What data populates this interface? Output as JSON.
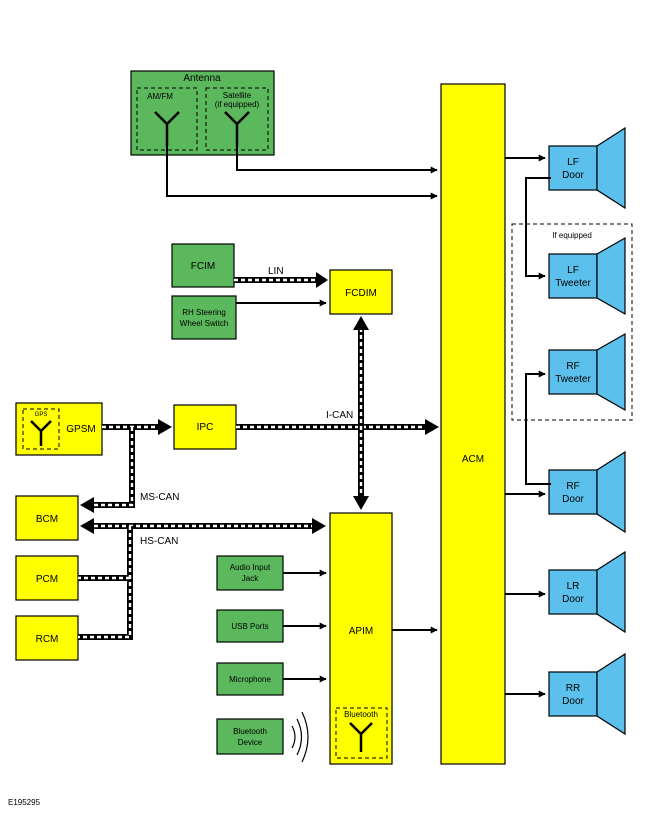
{
  "antenna": {
    "title": "Antenna",
    "amfm": "AM/FM",
    "satellite_line1": "Satellite",
    "satellite_line2": "(if equipped)"
  },
  "modules": {
    "acm": "ACM",
    "apim": "APIM",
    "apim_bluetooth": "Bluetooth",
    "fcim": "FCIM",
    "fcdim": "FCDIM",
    "rh_switch_line1": "RH Steering",
    "rh_switch_line2": "Wheel Switch",
    "gpsm": "GPSM",
    "gps": "GPS",
    "ipc": "IPC",
    "bcm": "BCM",
    "pcm": "PCM",
    "rcm": "RCM",
    "audio_jack_line1": "Audio Input",
    "audio_jack_line2": "Jack",
    "usb_ports": "USB Ports",
    "microphone": "Microphone",
    "bt_device_line1": "Bluetooth",
    "bt_device_line2": "Device"
  },
  "speakers": {
    "lf_door": [
      "LF",
      "Door"
    ],
    "lf_tweeter": [
      "LF",
      "Tweeter"
    ],
    "rf_tweeter": [
      "RF",
      "Tweeter"
    ],
    "rf_door": [
      "RF",
      "Door"
    ],
    "lr_door": [
      "LR",
      "Door"
    ],
    "rr_door": [
      "RR",
      "Door"
    ],
    "if_equipped": "If equipped"
  },
  "buses": {
    "lin": "LIN",
    "ican": "I-CAN",
    "mscan": "MS-CAN",
    "hscan": "HS-CAN"
  },
  "colors": {
    "module_yellow": "#ffff00",
    "input_green": "#5cb85c",
    "speaker_blue": "#5bc0eb"
  },
  "figure_id": "E195295"
}
